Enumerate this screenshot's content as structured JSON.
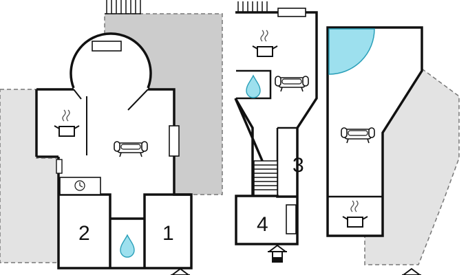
{
  "plans": [
    {
      "name": "left-unit",
      "room_numbers": [
        "2",
        "1"
      ],
      "icons": [
        "kitchen-pot-icon",
        "sofa-icon",
        "bathroom-drop-icon",
        "clock-icon",
        "window-icon",
        "radiator-icon",
        "terrace-area"
      ]
    },
    {
      "name": "middle-unit",
      "room_numbers": [
        "3",
        "4"
      ],
      "icons": [
        "kitchen-pot-icon",
        "sofa-icon",
        "bathroom-drop-icon",
        "stairs-icon",
        "entrance-icon",
        "radiator-icon"
      ]
    },
    {
      "name": "right-unit",
      "room_numbers": [],
      "icons": [
        "pool-quarter-icon",
        "sofa-icon",
        "kitchen-pot-icon",
        "entrance-icon",
        "terrace-area"
      ]
    }
  ],
  "colors": {
    "wall": "#111111",
    "terrace": "#cccccc",
    "terrace_light": "#e3e3e3",
    "water": "#9de0ee",
    "water_stroke": "#2a9fb8"
  }
}
